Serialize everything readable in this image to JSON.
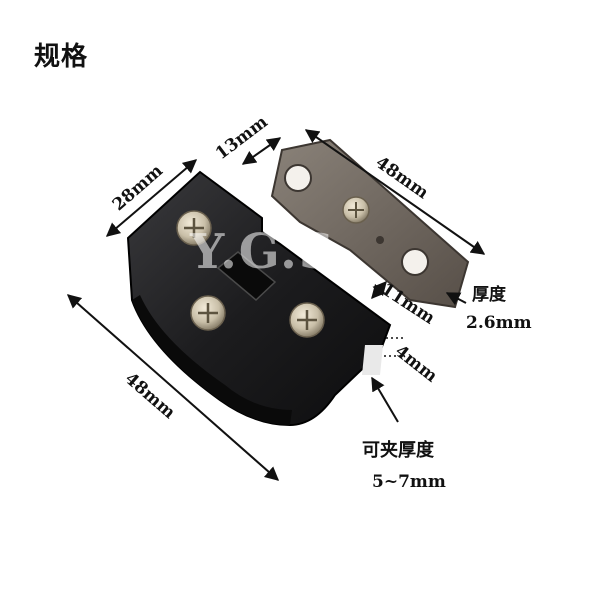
{
  "title": "规格",
  "watermark": "Y.G.S",
  "dimensions": {
    "plate_width": "13mm",
    "plate_length": "48mm",
    "body_width": "28mm",
    "body_length": "48mm",
    "offset": "11mm",
    "gap": "4mm",
    "plate_thickness_label": "厚度",
    "plate_thickness_value": "2.6mm",
    "clamp_label": "可夹厚度",
    "clamp_value": "5~7mm"
  },
  "colors": {
    "body": "#1c1c1e",
    "plate": "#6d655d",
    "screw": "#c9bfa8",
    "arrow": "#111111"
  }
}
